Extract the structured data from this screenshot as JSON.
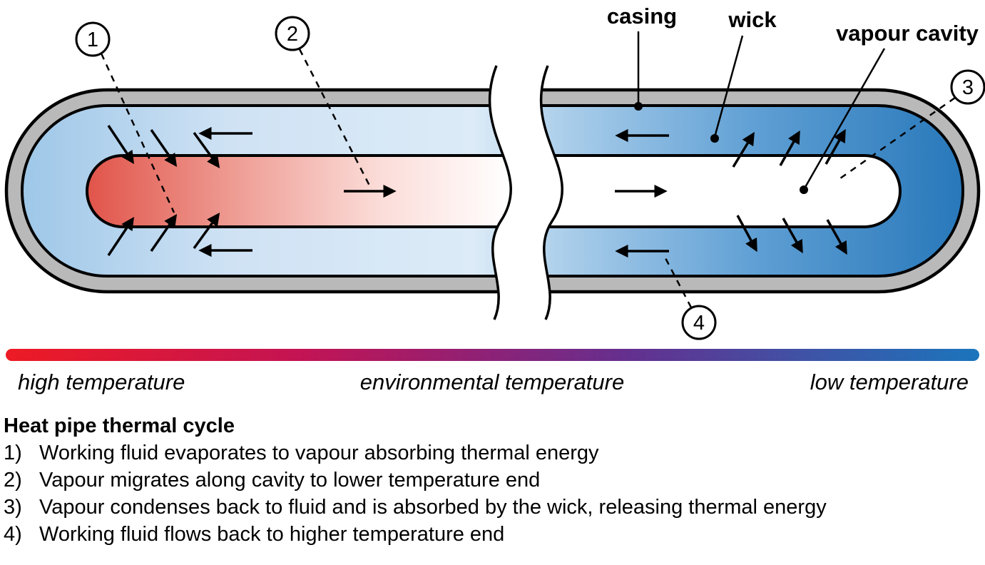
{
  "diagram": {
    "labels": {
      "casing": "casing",
      "wick": "wick",
      "vapour_cavity": "vapour cavity"
    },
    "callouts": {
      "one": "1",
      "two": "2",
      "three": "3",
      "four": "4"
    },
    "colors": {
      "casing_gray": "#b9b9b9",
      "outline": "#000000",
      "wick_gradient": [
        "#9ec7e8",
        "#cfe2f4",
        "#dcebf7",
        "#a9cdea",
        "#5f9fd4",
        "#2878ba"
      ],
      "cavity_gradient": [
        "#e1544a",
        "#ee9c93",
        "#fbdcd8",
        "#ffffff"
      ]
    }
  },
  "temperature_scale": {
    "high_label": "high temperature",
    "environmental_label": "environmental temperature",
    "low_label": "low temperature",
    "gradient": [
      "#ed1b24",
      "#c41453",
      "#8c2277",
      "#64308f",
      "#1b75bc"
    ]
  },
  "legend": {
    "title": "Heat pipe thermal cycle",
    "items": [
      {
        "number": "1)",
        "text": "Working fluid evaporates to vapour absorbing thermal energy"
      },
      {
        "number": "2)",
        "text": "Vapour migrates along cavity to lower temperature end"
      },
      {
        "number": "3)",
        "text": "Vapour condenses back to fluid and is absorbed by the wick, releasing thermal energy"
      },
      {
        "number": "4)",
        "text": "Working fluid flows back to higher temperature end"
      }
    ]
  }
}
